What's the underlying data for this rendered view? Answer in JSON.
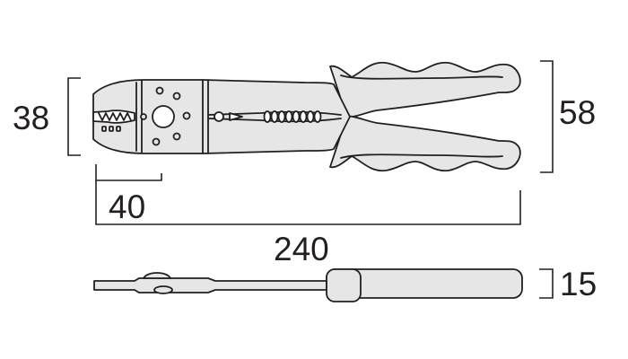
{
  "diagram": {
    "dimensions": {
      "jaw_height": "38",
      "jaw_length": "40",
      "total_length": "240",
      "handle_spread": "58",
      "thickness": "15"
    },
    "colors": {
      "line": "#231f20",
      "fill": "#e6e6e6",
      "background": "#ffffff"
    }
  }
}
